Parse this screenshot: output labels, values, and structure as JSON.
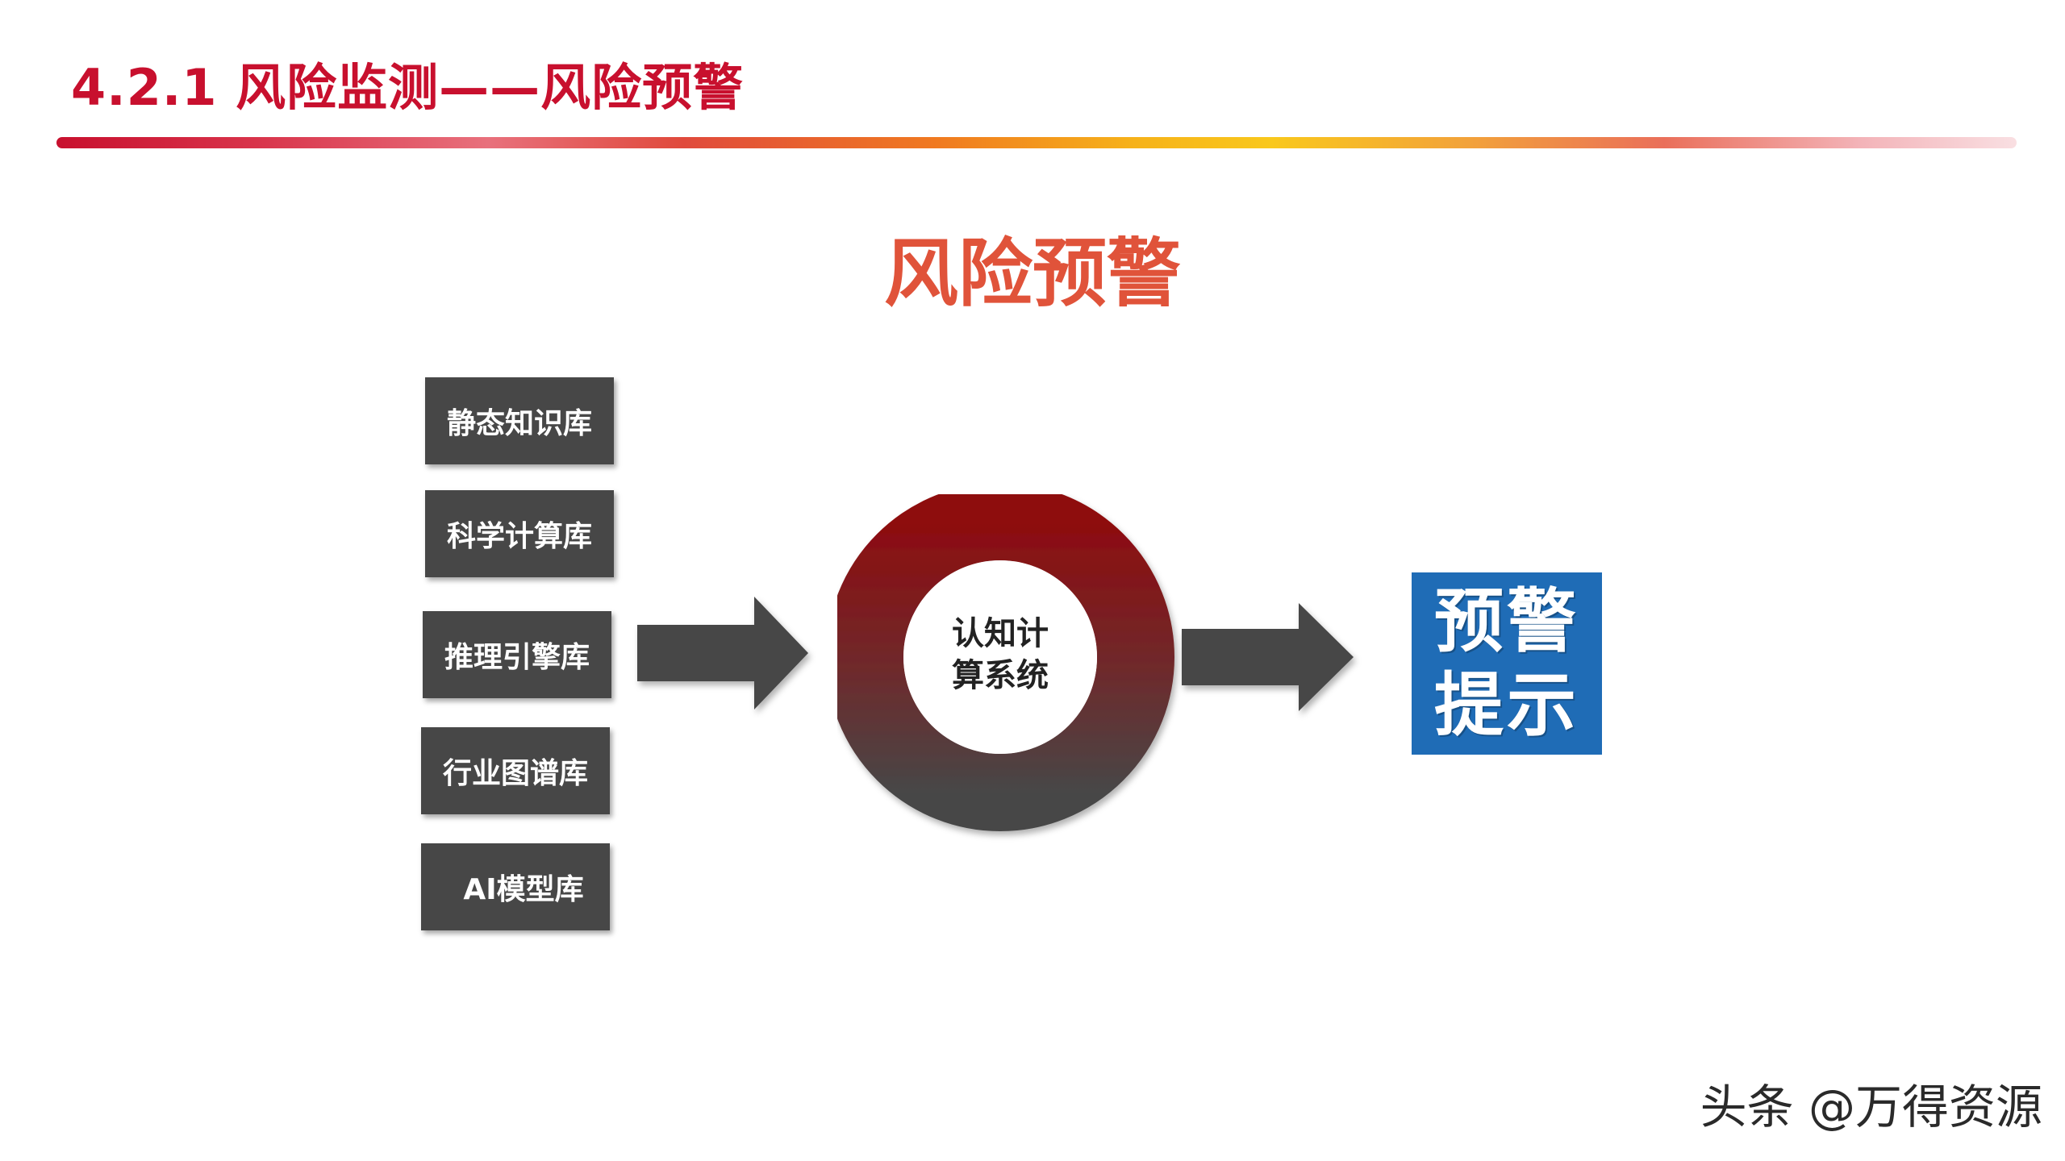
{
  "header": {
    "title": "4.2.1 风险监测——风险预警"
  },
  "main_title": "风险预警",
  "knowledge_bases": [
    "静态知识库",
    "科学计算库",
    "推理引擎库",
    "行业图谱库",
    "AI模型库"
  ],
  "center": {
    "line1": "认知计",
    "line2": "算系统"
  },
  "output": {
    "line1": "预警",
    "line2": "提示"
  },
  "watermark": "头条 @万得资源",
  "colors": {
    "header_red": "#c8102e",
    "title_orange": "#e0533a",
    "box_gray": "#474747",
    "arrow_gray": "#474747",
    "ring_top": "#8e0c0f",
    "ring_bottom": "#474747",
    "output_blue": "#1f6cb6"
  }
}
